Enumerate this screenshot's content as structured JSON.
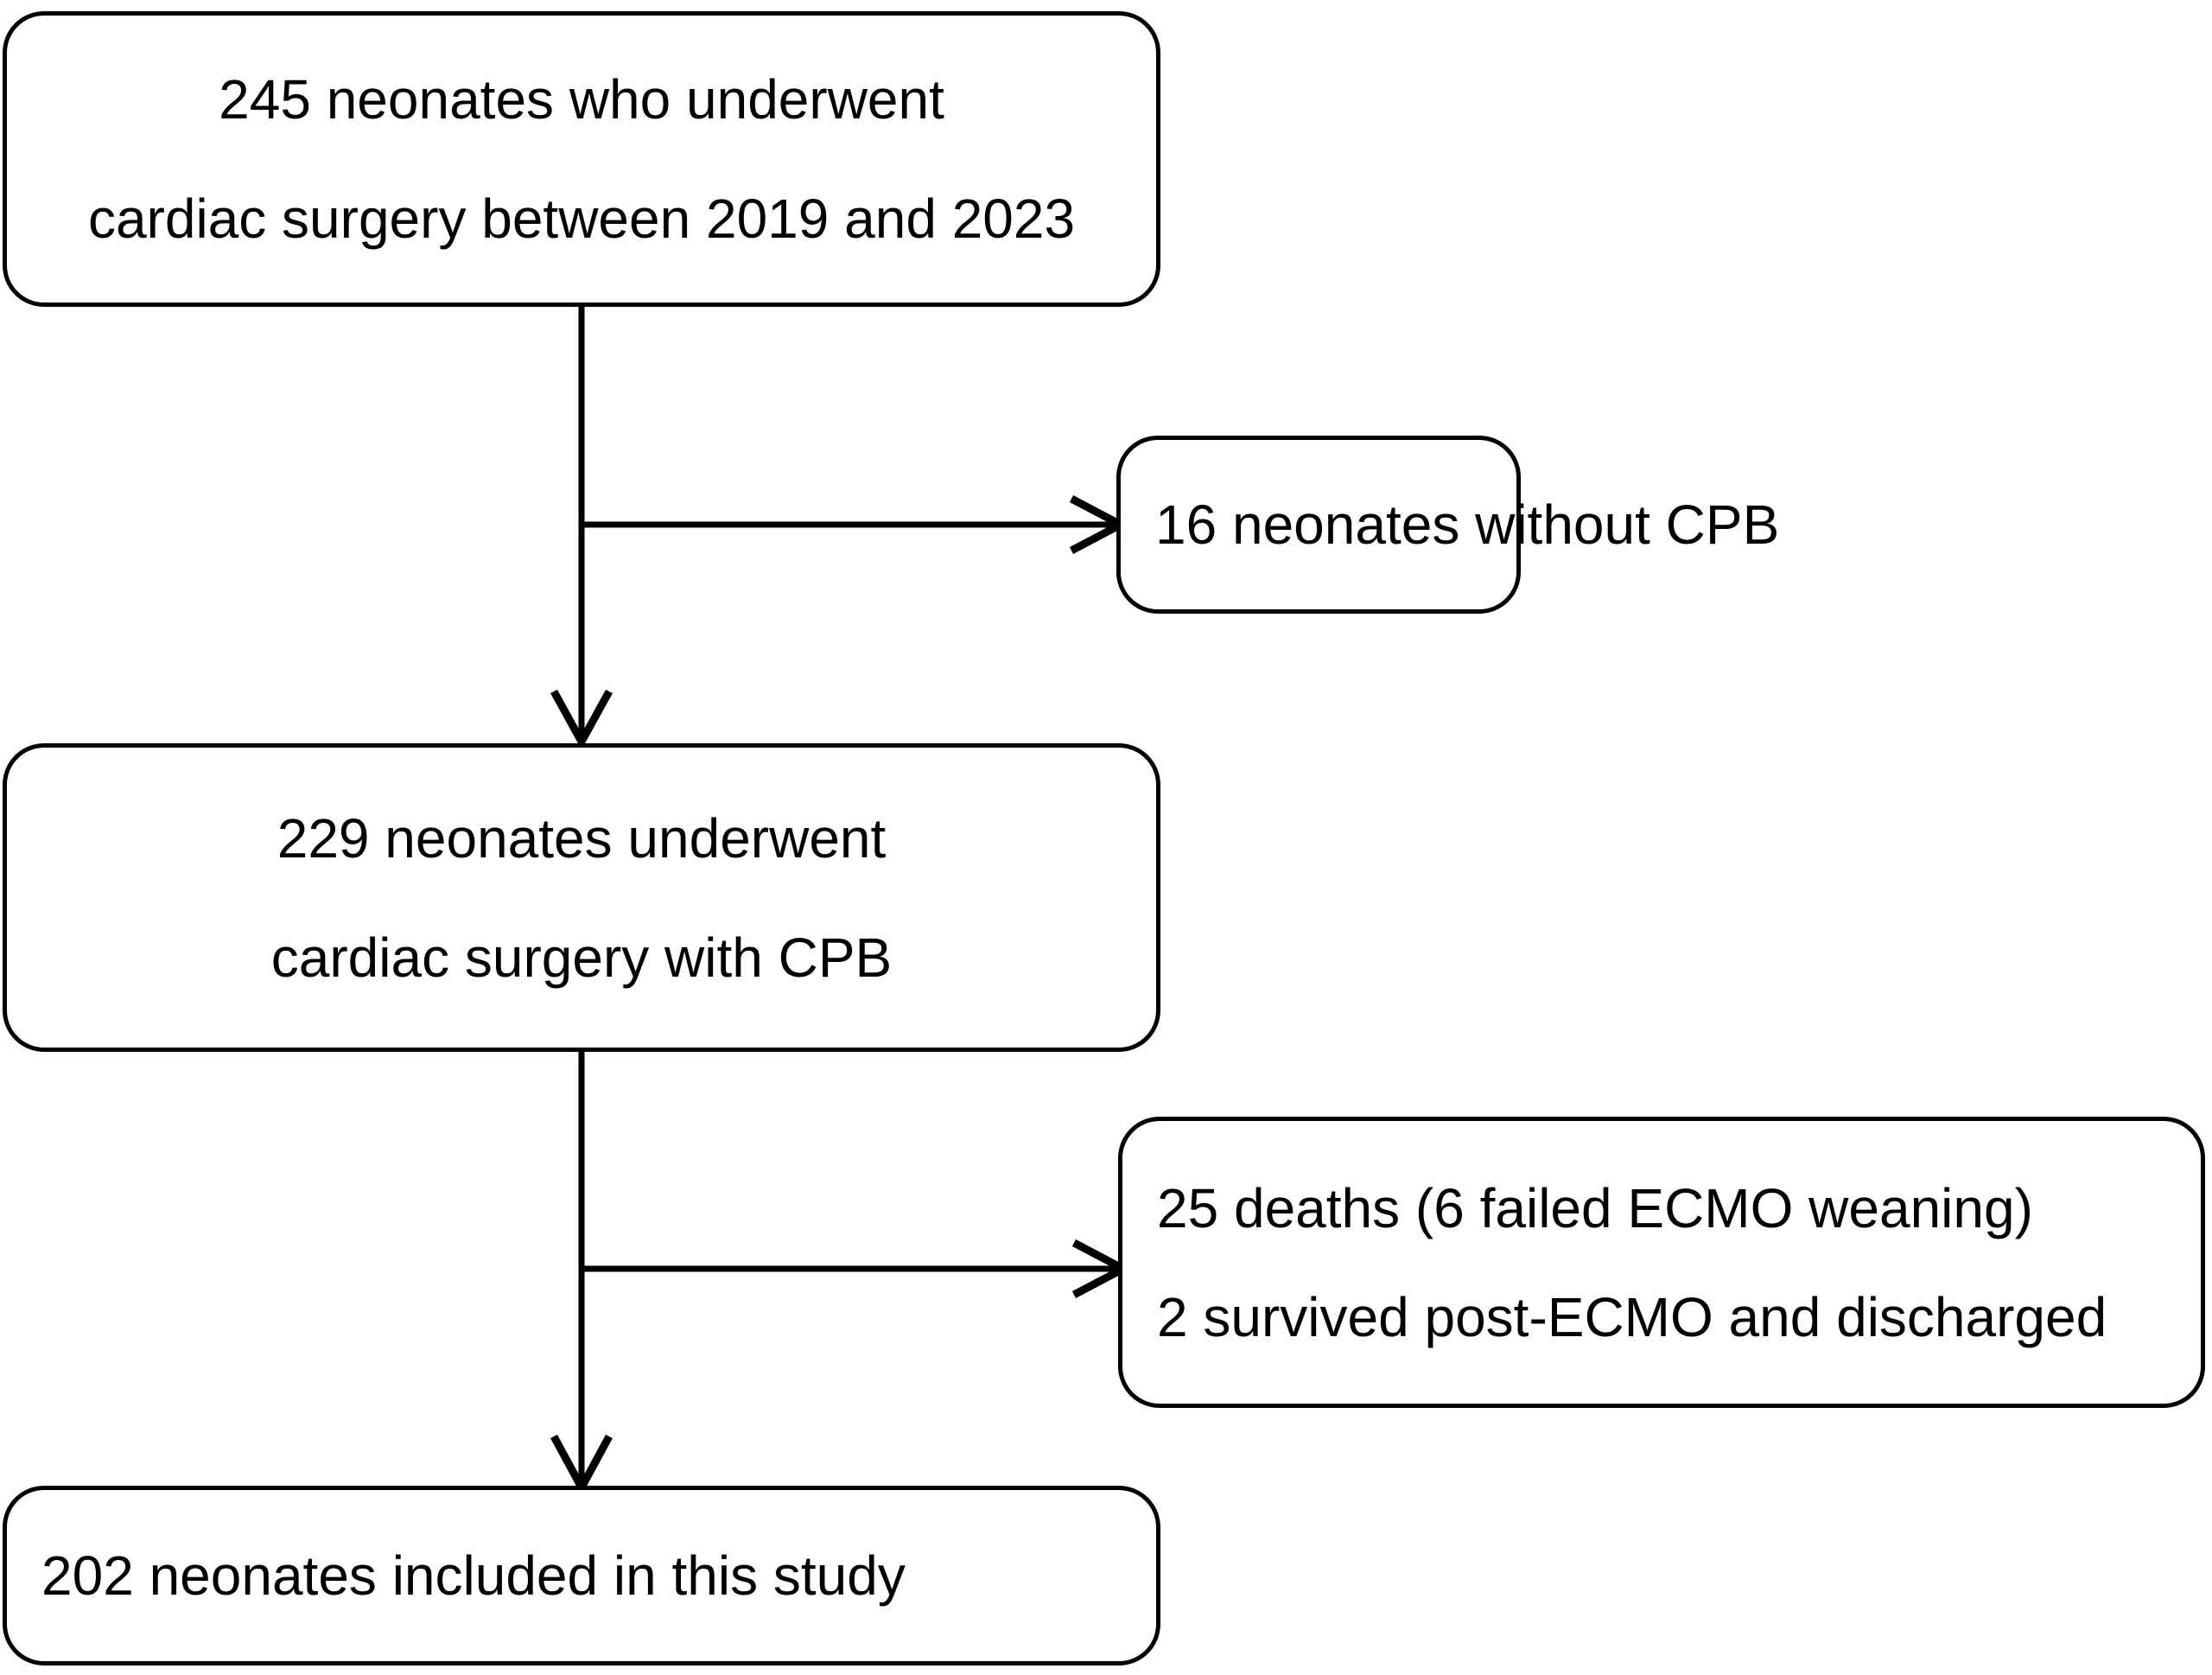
{
  "diagram": {
    "type": "flowchart",
    "title": "Study participant flow diagram",
    "orientation": "top-to-bottom",
    "colors": {
      "stroke": "#000000",
      "fill": "#ffffff",
      "text": "#000000"
    },
    "boxes": {
      "cohort": {
        "line1": "245 neonates who underwent",
        "line2": "cardiac surgery between 2019 and 2023",
        "align": "center"
      },
      "excluded_no_cpb": {
        "line1": "16 neonates without CPB",
        "align": "left"
      },
      "with_cpb": {
        "line1": "229 neonates underwent",
        "line2": "cardiac surgery with CPB",
        "align": "center"
      },
      "excluded_deaths": {
        "line1": "25 deaths (6 failed ECMO weaning)",
        "line2": "2 survived post-ECMO and discharged",
        "align": "left"
      },
      "included": {
        "line1": "202 neonates included in this study",
        "align": "left"
      }
    },
    "connectors": [
      {
        "name": "cohort-to-with-cpb",
        "kind": "vertical-arrow"
      },
      {
        "name": "cohort-to-no-cpb",
        "kind": "horizontal-arrow"
      },
      {
        "name": "with-cpb-to-included",
        "kind": "vertical-arrow"
      },
      {
        "name": "with-cpb-to-deaths",
        "kind": "horizontal-arrow"
      }
    ]
  },
  "counts": {
    "screened": 245,
    "excluded_no_cpb": 16,
    "eligible_with_cpb": 229,
    "deaths": 25,
    "failed_ecmo_weaning": 6,
    "survived_post_ecmo_discharged": 2,
    "included": 202
  }
}
